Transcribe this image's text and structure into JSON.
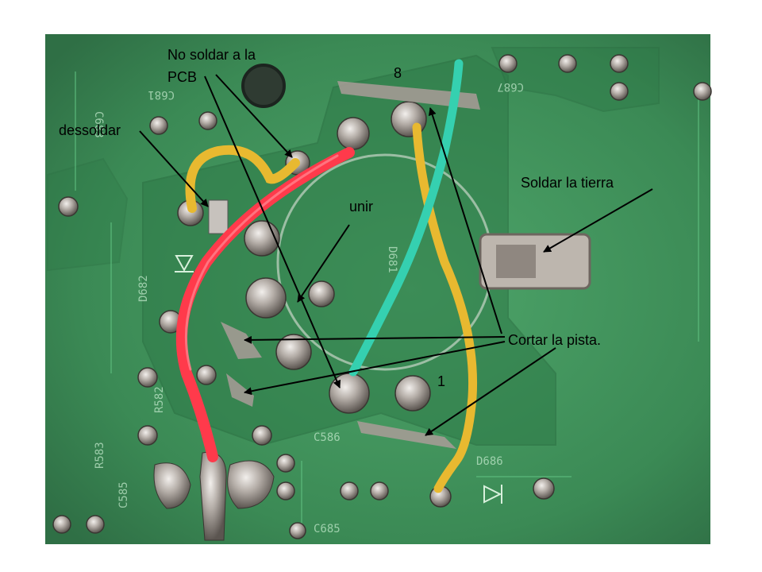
{
  "labels": {
    "no_soldar_line1": "No soldar a la",
    "no_soldar_line2": "PCB",
    "pin8": "8",
    "dessoldar": "dessoldar",
    "soldar_tierra": "Soldar la tierra",
    "unir": "unir",
    "cortar_pista": "Cortar la pista.",
    "pin1": "1"
  },
  "board_markings": [
    "C687",
    "C681",
    "C683",
    "D682",
    "R582",
    "C585",
    "C586",
    "C685",
    "D686",
    "R583",
    "D681"
  ],
  "colors": {
    "pcb_green": "#3f8e5a",
    "wire_red": "#ff3d4e",
    "wire_yellow": "#f2c238",
    "wire_teal": "#3fd8b8",
    "solder": "#b9b3ad",
    "arrow": "#000000"
  }
}
